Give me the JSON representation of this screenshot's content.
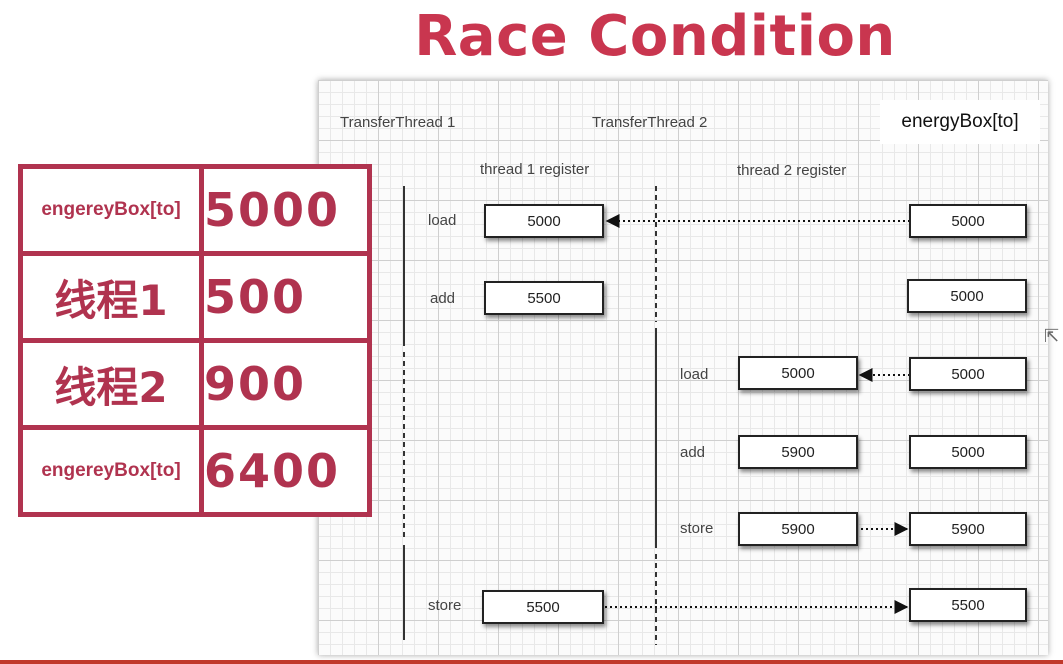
{
  "title": "Race Condition",
  "colors": {
    "accent": "#c9364f",
    "table_border": "#b0334f"
  },
  "diagram": {
    "header_t1": "TransferThread 1",
    "header_t2": "TransferThread 2",
    "energy_box": "energyBox[to]",
    "reg1": "thread 1 register",
    "reg2": "thread 2 register",
    "steps": [
      {
        "op": "load",
        "t1": "5000",
        "mem": "5000"
      },
      {
        "op": "add",
        "t1": "5500",
        "mem": "5000"
      },
      {
        "op": "load",
        "t2": "5000",
        "mem": "5000"
      },
      {
        "op": "add",
        "t2": "5900",
        "mem": "5000"
      },
      {
        "op": "store",
        "t2": "5900",
        "mem": "5900"
      },
      {
        "op": "store",
        "t1": "5500",
        "mem": "5500"
      }
    ]
  },
  "table": [
    {
      "key": "engereyBox[to]",
      "value": "5000"
    },
    {
      "key": "线程1",
      "value": "500"
    },
    {
      "key": "线程2",
      "value": "900"
    },
    {
      "key": "engereyBox[to]",
      "value": "6400"
    }
  ]
}
